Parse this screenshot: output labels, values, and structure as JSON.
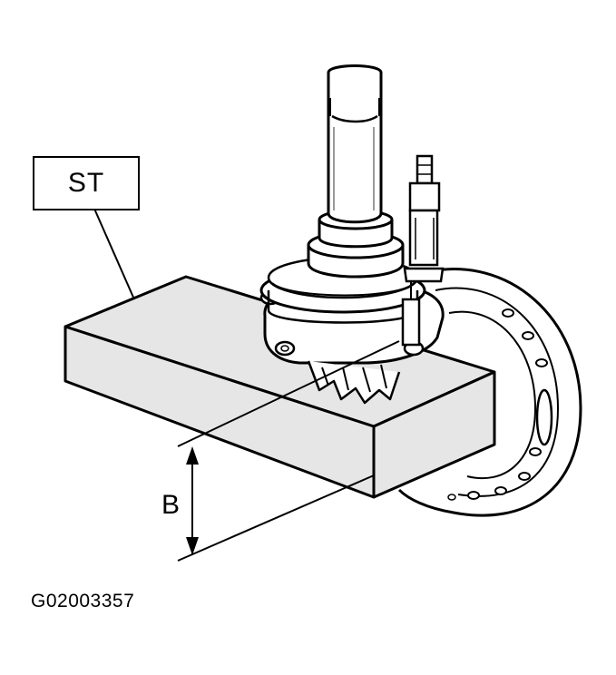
{
  "figure": {
    "callout_label": "ST",
    "dimension_label": "B",
    "figure_id": "G02003357"
  },
  "colors": {
    "ink": "#000000",
    "paper": "#ffffff",
    "block_fill": "#e6e6e6",
    "shading": "#9a9a9a"
  }
}
